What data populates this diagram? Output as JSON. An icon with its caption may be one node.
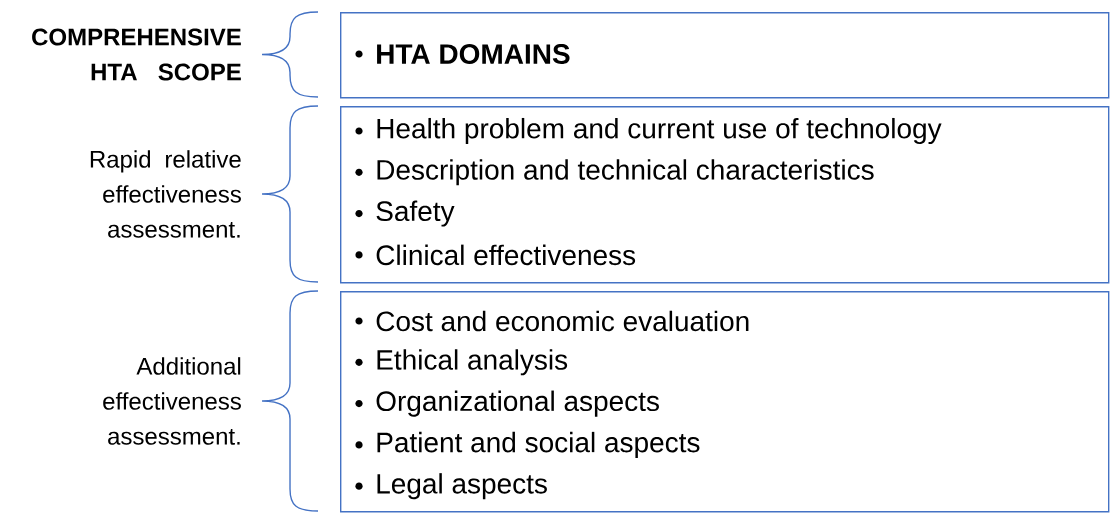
{
  "diagram": {
    "nodes": [
      {
        "text": [
          "HTA DOMAINS"
        ]
      },
      {
        "text": [
          "Health problem and current use of technology",
          "Description and technical characteristics",
          "Safety",
          "Clinical effectiveness"
        ]
      },
      {
        "text": [
          "Cost and economic evaluation",
          "Ethical analysis",
          "Organizational aspects",
          "Patient and social aspects",
          "Legal aspects"
        ]
      }
    ],
    "labels": [
      "COMPREHENSIVE HTA SCOPE",
      "Rapid relative effectiveness assessment.",
      "Additional effectiveness assessment."
    ]
  }
}
